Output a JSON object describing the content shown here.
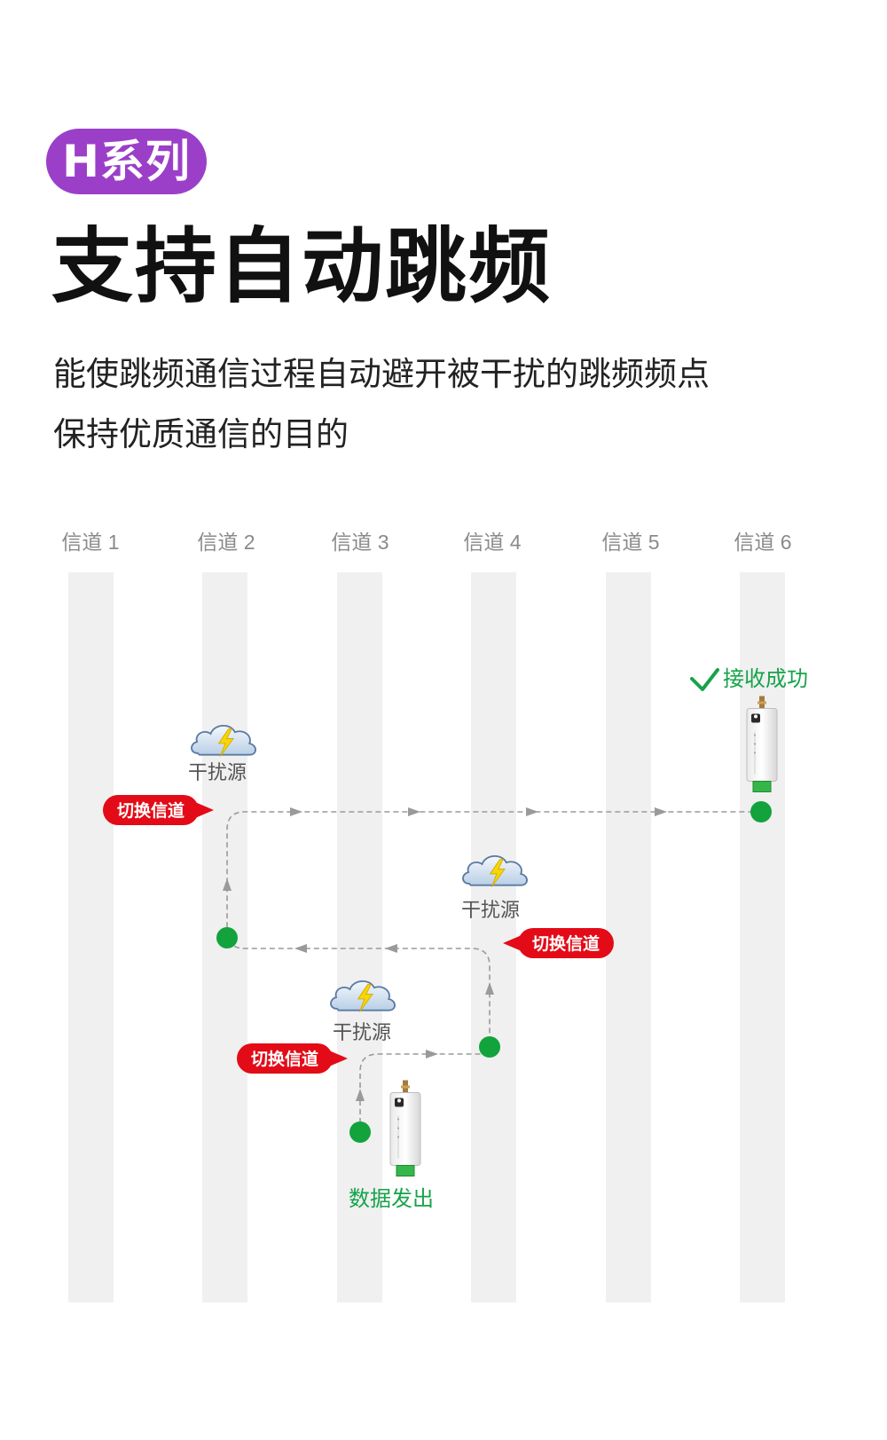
{
  "header": {
    "badge": "H系列",
    "title": "支持自动跳频",
    "subtitle_lines": [
      "能使跳频通信过程自动避开被干扰的跳频频点",
      "保持优质通信的目的"
    ]
  },
  "diagram": {
    "channels": [
      "信道 1",
      "信道 2",
      "信道 3",
      "信道 4",
      "信道 5",
      "信道 6"
    ],
    "interference_label": "干扰源",
    "switch_label": "切换信道",
    "send_label": "数据发出",
    "receive_label": "接收成功",
    "colors": {
      "lane": "#f0f0f0",
      "node": "#12a33c",
      "switch_tag": "#e30b17",
      "receive_text": "#16a34a",
      "send_text": "#16a34a",
      "path": "#9a9a9a",
      "badge": "#9b3fc9"
    },
    "icons": [
      "cloud-lightning-icon",
      "checkmark-icon",
      "device-icon"
    ]
  }
}
